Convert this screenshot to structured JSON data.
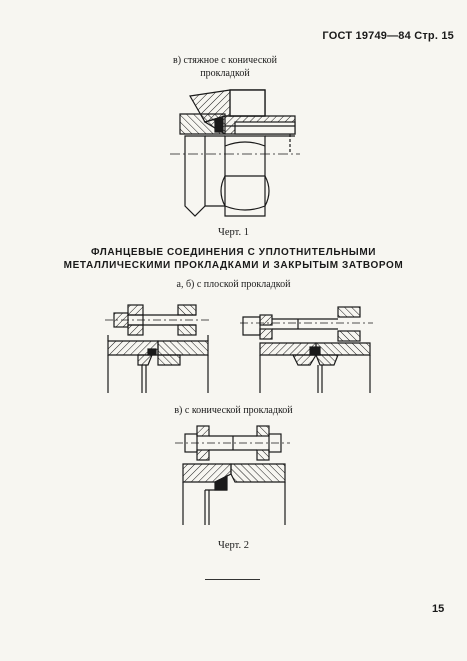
{
  "header": {
    "text": "ГОСТ 19749—84 Стр. 15"
  },
  "caption_c_top": {
    "line1": "в)  стяжное с конической",
    "line2": "прокладкой"
  },
  "figure1": {
    "caption": "Черт. 1"
  },
  "section_title": {
    "line1": "ФЛАНЦЕВЫЕ СОЕДИНЕНИЯ С УПЛОТНИТЕЛЬНЫМИ",
    "line2": "МЕТАЛЛИЧЕСКИМИ ПРОКЛАДКАМИ И ЗАКРЫТЫМ ЗАТВОРОМ"
  },
  "caption_ab": "а, б)  с плоской прокладкой",
  "caption_c2": "в)  с конической прокладкой",
  "figure2": {
    "caption": "Черт. 2"
  },
  "page_number": "15",
  "colors": {
    "ink": "#1a1a1a",
    "paper": "#f7f6f1"
  }
}
